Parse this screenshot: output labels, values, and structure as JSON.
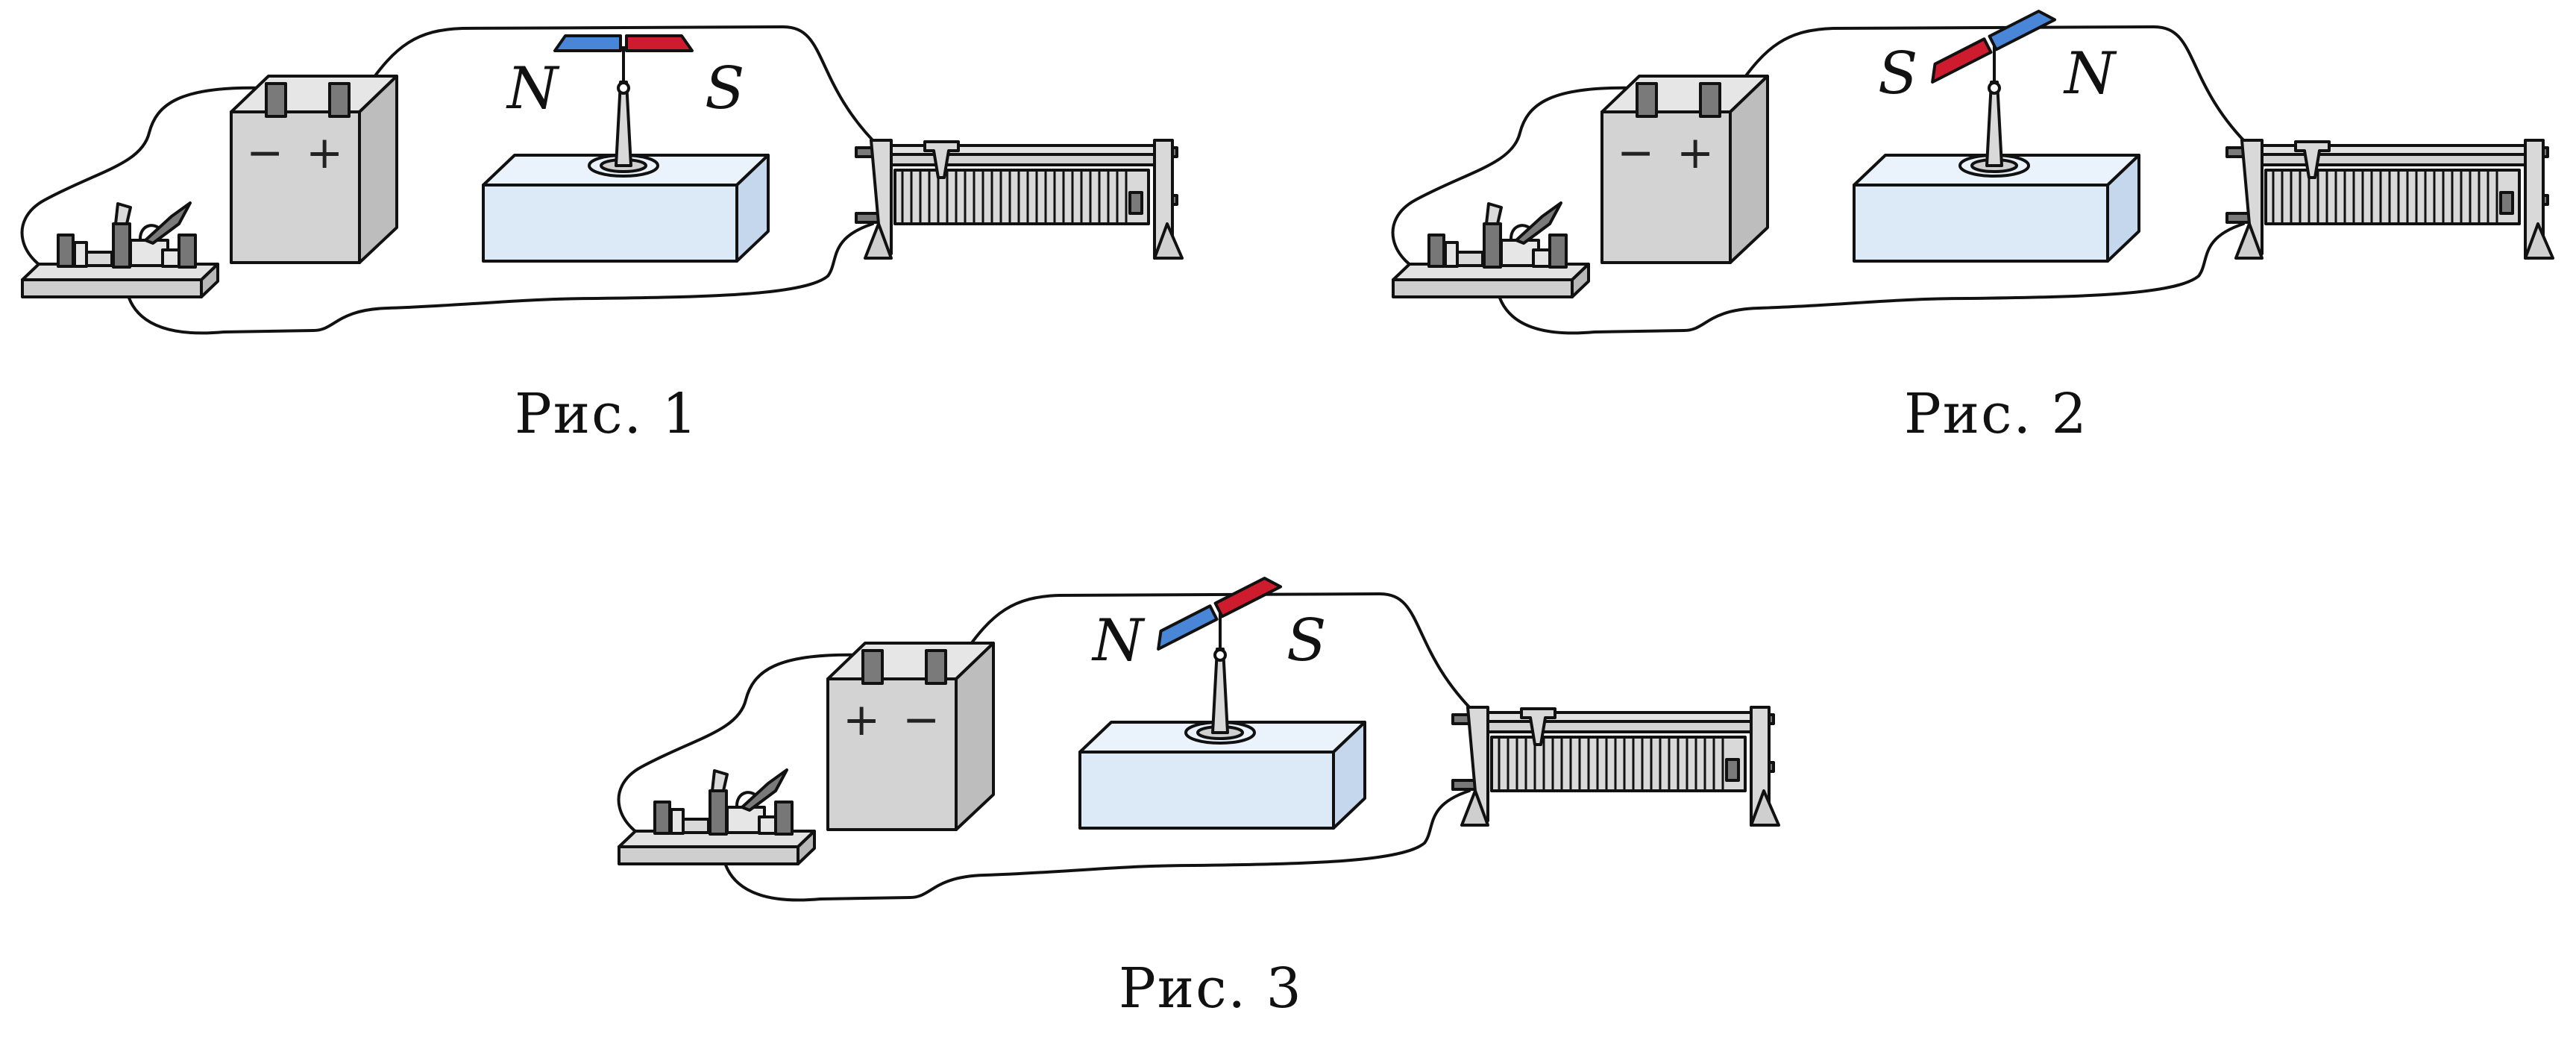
{
  "colors": {
    "needle_north": "#4a86d8",
    "needle_south": "#cf1b2e",
    "conductor": "#dce9f7",
    "battery": "#d3d3d3",
    "terminal": "#7a7a7a",
    "stroke": "#111111"
  },
  "figures": [
    {
      "caption": "Рис.  1",
      "battery_left_sign": "−",
      "battery_right_sign": "+",
      "pole_left": "N",
      "pole_right": "S",
      "needle_left_color": "north",
      "needle_tilt_deg": 0
    },
    {
      "caption": "Рис.  2",
      "battery_left_sign": "−",
      "battery_right_sign": "+",
      "pole_left": "S",
      "pole_right": "N",
      "needle_left_color": "south",
      "needle_tilt_deg": -27
    },
    {
      "caption": "Рис.  3",
      "battery_left_sign": "+",
      "battery_right_sign": "−",
      "pole_left": "N",
      "pole_right": "S",
      "needle_left_color": "north",
      "needle_tilt_deg": -27
    }
  ]
}
